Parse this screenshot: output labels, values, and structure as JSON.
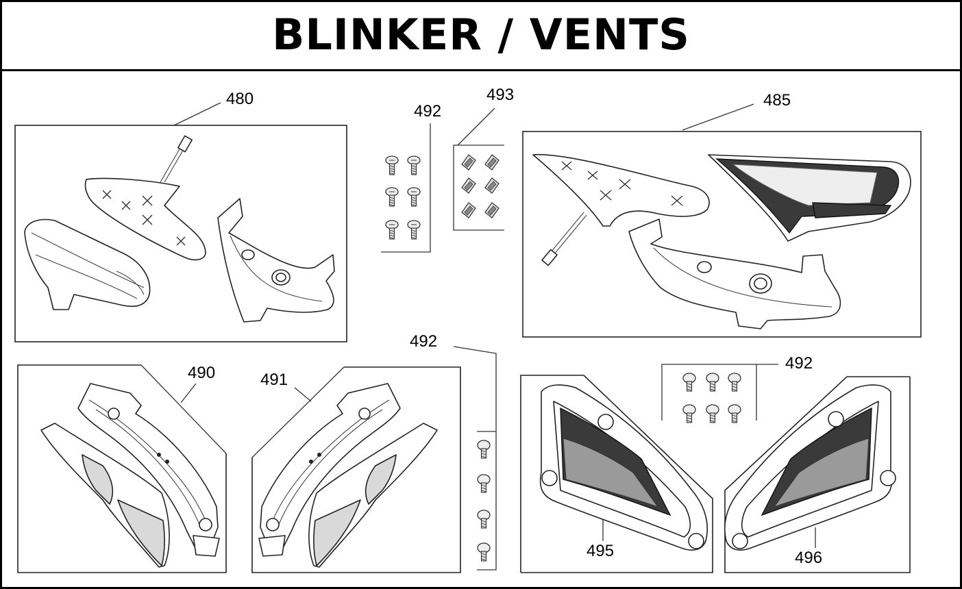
{
  "header": {
    "title": "BLINKER / VENTS"
  },
  "callouts": {
    "c480": "480",
    "c485": "485",
    "c490": "490",
    "c491": "491",
    "c492a": "492",
    "c492b": "492",
    "c492c": "492",
    "c493": "493",
    "c495": "495",
    "c496": "496"
  }
}
